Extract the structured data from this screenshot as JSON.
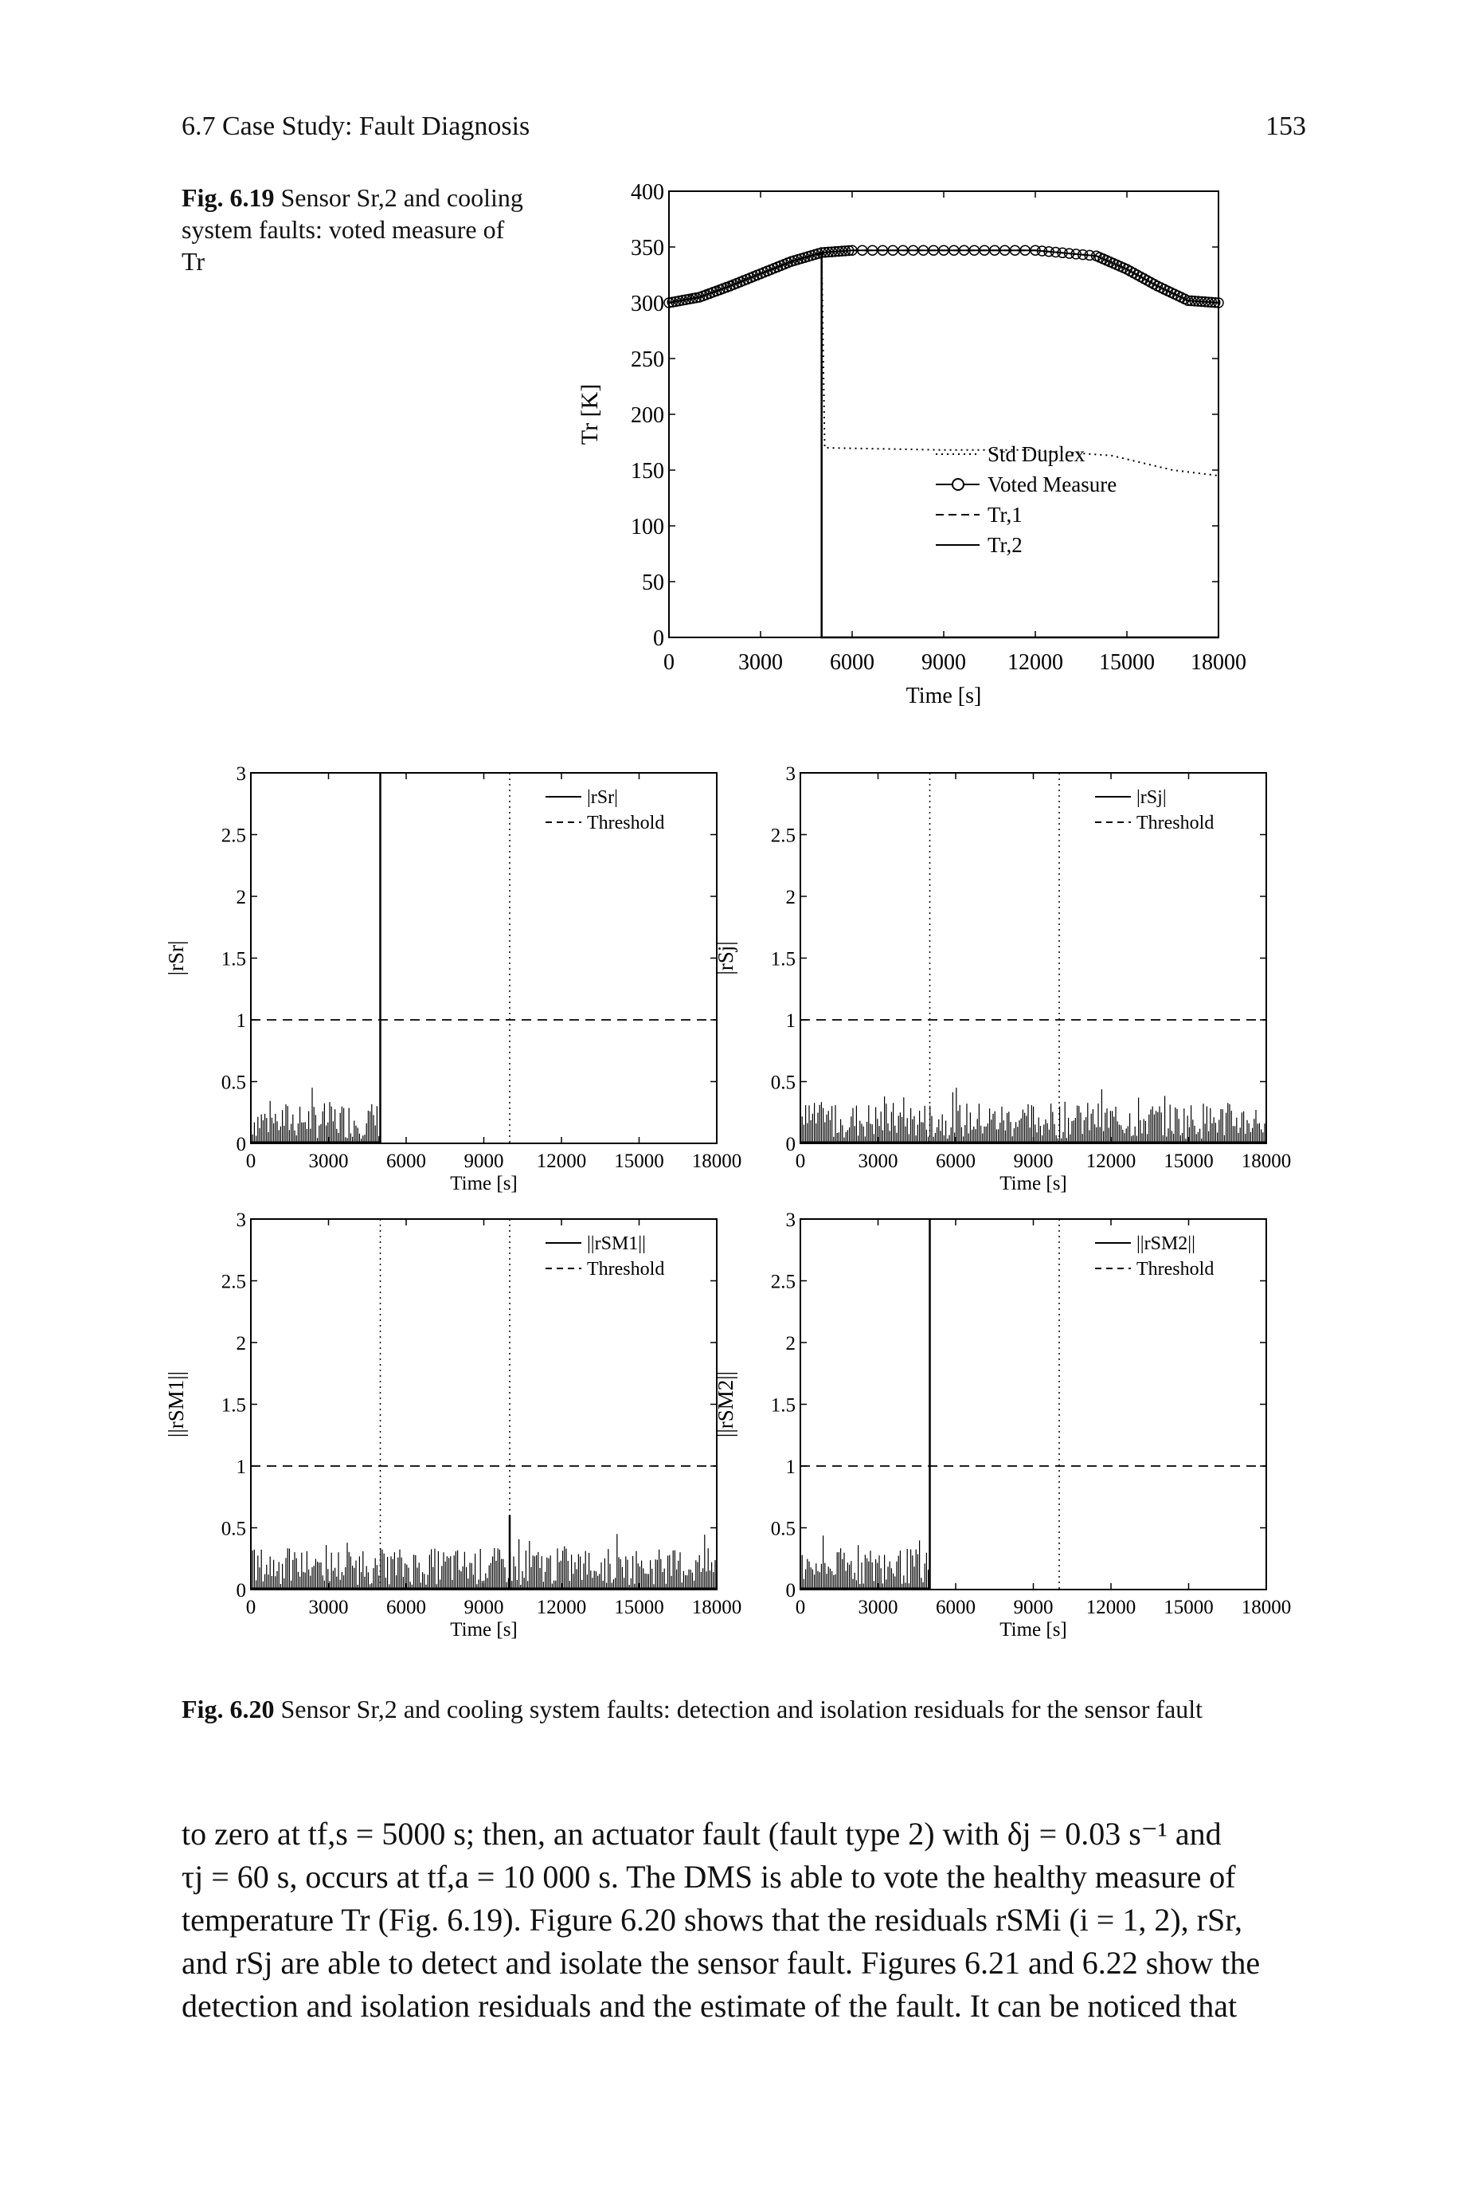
{
  "header": {
    "section": "6.7 Case Study: Fault Diagnosis",
    "page_number": "153"
  },
  "fig619_caption": {
    "label": "Fig. 6.19",
    "text": "Sensor Sr,2 and cooling system faults: voted measure of Tr"
  },
  "fig620_caption": {
    "label": "Fig. 6.20",
    "text": "Sensor Sr,2 and cooling system faults: detection and isolation residuals for the sensor fault"
  },
  "body_lines": [
    "to zero at tf,s = 5000 s; then, an actuator fault (fault type 2) with δj = 0.03 s⁻¹ and",
    "τj = 60 s, occurs at tf,a = 10 000 s. The DMS is able to vote the healthy measure of",
    "temperature Tr (Fig. 6.19). Figure 6.20 shows that the residuals rSMi (i = 1, 2), rSr,",
    "and rSj are able to detect and isolate the sensor fault. Figures 6.21 and 6.22 show the",
    "detection and isolation residuals and the estimate of the fault. It can be noticed that"
  ],
  "chart_data": [
    {
      "type": "line",
      "figure": "Fig. 6.19",
      "xlabel": "Time [s]",
      "ylabel": "Tr [K]",
      "xlim": [
        0,
        18000
      ],
      "ylim": [
        0,
        400
      ],
      "xticks": [
        "0",
        "3000",
        "6000",
        "9000",
        "12000",
        "15000",
        "18000"
      ],
      "yticks": [
        "0",
        "50",
        "100",
        "150",
        "200",
        "250",
        "300",
        "350",
        "400"
      ],
      "grid": false,
      "legend_position": "inside-lower-center",
      "series": [
        {
          "name": "Std Duplex",
          "style": "dotted",
          "x": [
            0,
            5000,
            5100,
            9000,
            12000,
            14500,
            16500,
            18000
          ],
          "y": [
            300,
            344,
            170,
            168,
            168,
            163,
            150,
            145
          ]
        },
        {
          "name": "Voted Measure",
          "style": "circle-markers",
          "x": [
            0,
            1000,
            2000,
            3000,
            4000,
            5000,
            6000,
            9000,
            12000,
            14000,
            15000,
            16000,
            17000,
            18000
          ],
          "y": [
            300,
            305,
            315,
            326,
            337,
            345,
            347,
            347,
            347,
            342,
            330,
            315,
            302,
            300
          ]
        },
        {
          "name": "Tr,1",
          "style": "dashed",
          "x": [
            0,
            1000,
            2000,
            3000,
            4000,
            5000,
            6000,
            9000,
            12000,
            14000,
            15000,
            16000,
            17000,
            18000
          ],
          "y": [
            300,
            305,
            315,
            326,
            337,
            345,
            347,
            347,
            347,
            342,
            330,
            315,
            302,
            300
          ]
        },
        {
          "name": "Tr,2",
          "style": "solid",
          "x": [
            0,
            1000,
            2000,
            3000,
            4000,
            5000,
            5000,
            18000
          ],
          "y": [
            300,
            305,
            315,
            326,
            337,
            345,
            0,
            0
          ]
        }
      ]
    },
    {
      "type": "line",
      "figure": "Fig. 6.20",
      "panel": "top-left",
      "ylabel": "|rSr|",
      "xlabel": "Time [s]",
      "xlim": [
        0,
        18000
      ],
      "ylim": [
        0,
        3
      ],
      "xticks": [
        "0",
        "3000",
        "6000",
        "9000",
        "12000",
        "15000",
        "18000"
      ],
      "yticks": [
        "0",
        "0.5",
        "1",
        "1.5",
        "2",
        "2.5",
        "3"
      ],
      "legend": [
        "|rSr|",
        "Threshold"
      ],
      "threshold": 1,
      "events": [
        5000,
        10000
      ],
      "noise_level": {
        "from": 0,
        "to": 5000,
        "typical": 0.25,
        "max": 0.45
      },
      "spike": {
        "x": 5000,
        "y": 3
      }
    },
    {
      "type": "line",
      "figure": "Fig. 6.20",
      "panel": "top-right",
      "ylabel": "|rSj|",
      "xlabel": "Time [s]",
      "xlim": [
        0,
        18000
      ],
      "ylim": [
        0,
        3
      ],
      "xticks": [
        "0",
        "3000",
        "6000",
        "9000",
        "12000",
        "15000",
        "18000"
      ],
      "yticks": [
        "0",
        "0.5",
        "1",
        "1.5",
        "2",
        "2.5",
        "3"
      ],
      "legend": [
        "|rSj|",
        "Threshold"
      ],
      "threshold": 1,
      "events": [
        5000,
        10000
      ],
      "noise_level": {
        "from": 0,
        "to": 18000,
        "typical": 0.25,
        "max": 0.45
      }
    },
    {
      "type": "line",
      "figure": "Fig. 6.20",
      "panel": "bottom-left",
      "ylabel": "||rSM1||",
      "xlabel": "Time [s]",
      "xlim": [
        0,
        18000
      ],
      "ylim": [
        0,
        3
      ],
      "xticks": [
        "0",
        "3000",
        "6000",
        "9000",
        "12000",
        "15000",
        "18000"
      ],
      "yticks": [
        "0",
        "0.5",
        "1",
        "1.5",
        "2",
        "2.5",
        "3"
      ],
      "legend": [
        "||rSM1||",
        "Threshold"
      ],
      "threshold": 1,
      "events": [
        5000,
        10000
      ],
      "noise_level": {
        "from": 0,
        "to": 18000,
        "typical": 0.25,
        "max": 0.45
      },
      "spike": {
        "x": 10000,
        "y": 0.6
      }
    },
    {
      "type": "line",
      "figure": "Fig. 6.20",
      "panel": "bottom-right",
      "ylabel": "||rSM2||",
      "xlabel": "Time [s]",
      "xlim": [
        0,
        18000
      ],
      "ylim": [
        0,
        3
      ],
      "xticks": [
        "0",
        "3000",
        "6000",
        "9000",
        "12000",
        "15000",
        "18000"
      ],
      "yticks": [
        "0",
        "0.5",
        "1",
        "1.5",
        "2",
        "2.5",
        "3"
      ],
      "legend": [
        "||rSM2||",
        "Threshold"
      ],
      "threshold": 1,
      "events": [
        5000,
        10000
      ],
      "noise_level": {
        "from": 0,
        "to": 5000,
        "typical": 0.25,
        "max": 0.45
      },
      "spike": {
        "x": 5000,
        "y": 3
      }
    }
  ]
}
